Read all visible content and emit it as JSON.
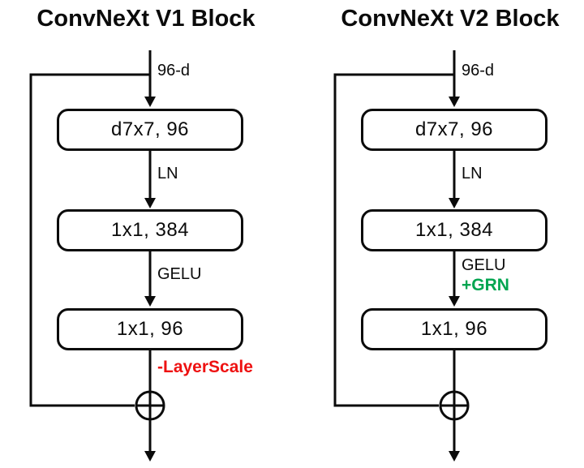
{
  "page": {
    "background": "#ffffff"
  },
  "colors": {
    "line": "#0b0b0b",
    "layerscale_red": "#ee1111",
    "grn_green": "#00a550"
  },
  "diagrams": [
    {
      "title": "ConvNeXt V1 Block",
      "input_dim_label": "96-d",
      "boxes": {
        "dwconv": "d7x7, 96",
        "pwconv1": "1x1, 384",
        "pwconv2": "1x1, 96"
      },
      "labels": {
        "norm": "LN",
        "activation": "GELU"
      },
      "removed_component_label": "-LayerScale"
    },
    {
      "title": "ConvNeXt V2 Block",
      "input_dim_label": "96-d",
      "boxes": {
        "dwconv": "d7x7, 96",
        "pwconv1": "1x1, 384",
        "pwconv2": "1x1, 96"
      },
      "labels": {
        "norm": "LN",
        "activation": "GELU"
      },
      "added_component_label": "+GRN"
    }
  ]
}
